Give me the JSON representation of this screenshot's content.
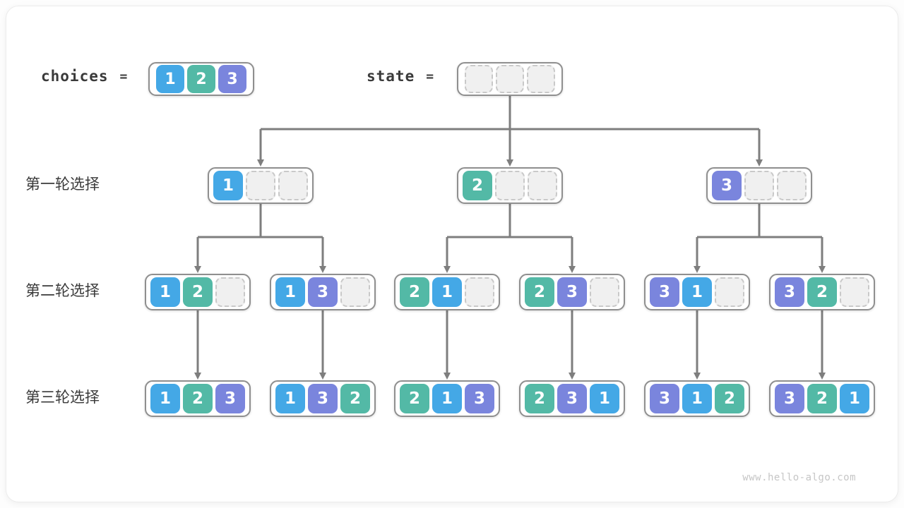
{
  "title_row": {
    "choices_label": "choices",
    "choices_equals": "=",
    "state_label": "state",
    "state_equals": "="
  },
  "choices": [
    "1",
    "2",
    "3"
  ],
  "state_slots": 3,
  "colors": {
    "1": "#44a8e6",
    "2": "#53b9a6",
    "3": "#7a85dd",
    "arrow": "#7e7e7e",
    "node_border": "#8f8f8f",
    "empty_fill": "#f0f0f0",
    "empty_border": "#c9c9c9",
    "text": "#3a3a3a"
  },
  "rounds": [
    {
      "label": "第一轮选择",
      "nodes": [
        [
          "1",
          "",
          ""
        ],
        [
          "2",
          "",
          ""
        ],
        [
          "3",
          "",
          ""
        ]
      ]
    },
    {
      "label": "第二轮选择",
      "nodes": [
        [
          "1",
          "2",
          ""
        ],
        [
          "1",
          "3",
          ""
        ],
        [
          "2",
          "1",
          ""
        ],
        [
          "2",
          "3",
          ""
        ],
        [
          "3",
          "1",
          ""
        ],
        [
          "3",
          "2",
          ""
        ]
      ]
    },
    {
      "label": "第三轮选择",
      "nodes": [
        [
          "1",
          "2",
          "3"
        ],
        [
          "1",
          "3",
          "2"
        ],
        [
          "2",
          "1",
          "3"
        ],
        [
          "2",
          "3",
          "1"
        ],
        [
          "3",
          "1",
          "2"
        ],
        [
          "3",
          "2",
          "1"
        ]
      ]
    }
  ],
  "watermark": "www.hello-algo.com"
}
